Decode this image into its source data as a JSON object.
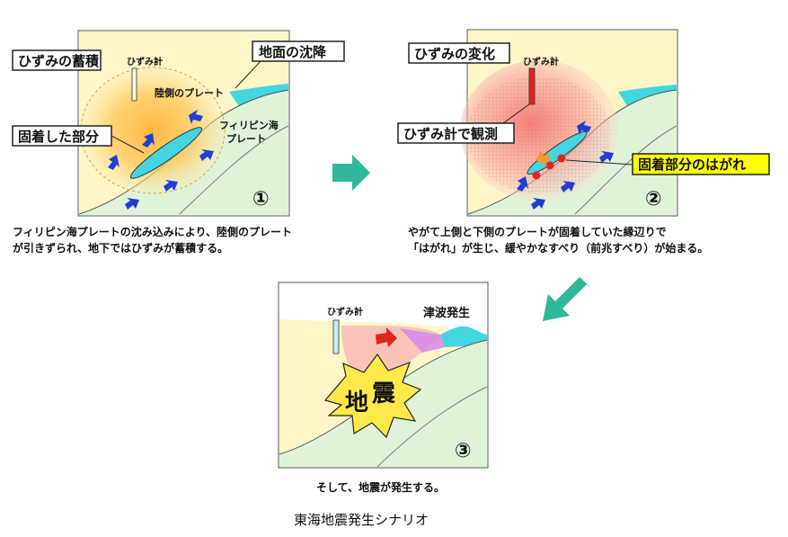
{
  "panel1": {
    "label_strain_accum": "ひずみの蓄積",
    "label_strainmeter": "ひずみ計",
    "label_subsidence": "地面の沈降",
    "label_land_plate": "陸側のプレート",
    "label_philippine_1": "フィリピン海",
    "label_philippine_2": "プレート",
    "label_locked": "固着した部分",
    "number": "①",
    "caption_1": "フィリピン海プレートの沈み込みにより、陸側のプレート",
    "caption_2": "が引きずられ、地下ではひずみが蓄積する。"
  },
  "panel2": {
    "label_strain_change": "ひずみの変化",
    "label_strainmeter": "ひずみ計",
    "label_observe": "ひずみ計で観測",
    "label_peeling": "固着部分のはがれ",
    "number": "②",
    "caption_1": "やがて上側と下側のプレートが固着していた縁辺りで",
    "caption_2": "「はがれ」が生じ、緩やかなすべり（前兆すべり）が始まる。"
  },
  "panel3": {
    "label_strainmeter": "ひずみ計",
    "label_tsunami": "津波発生",
    "label_quake_1": "地",
    "label_quake_2": "震",
    "number": "③",
    "caption": "そして、地震が発生する。"
  },
  "title": "東海地震発生シナリオ",
  "colors": {
    "land": "#fff6c8",
    "slab": "#dff3d9",
    "sea": "#43d6e0",
    "strain": "#f7b52e",
    "arrow_blue": "#1e3fd6",
    "arrow_green": "#2fb899",
    "label_border": "#222222",
    "peeling_fill": "#ffff00"
  }
}
